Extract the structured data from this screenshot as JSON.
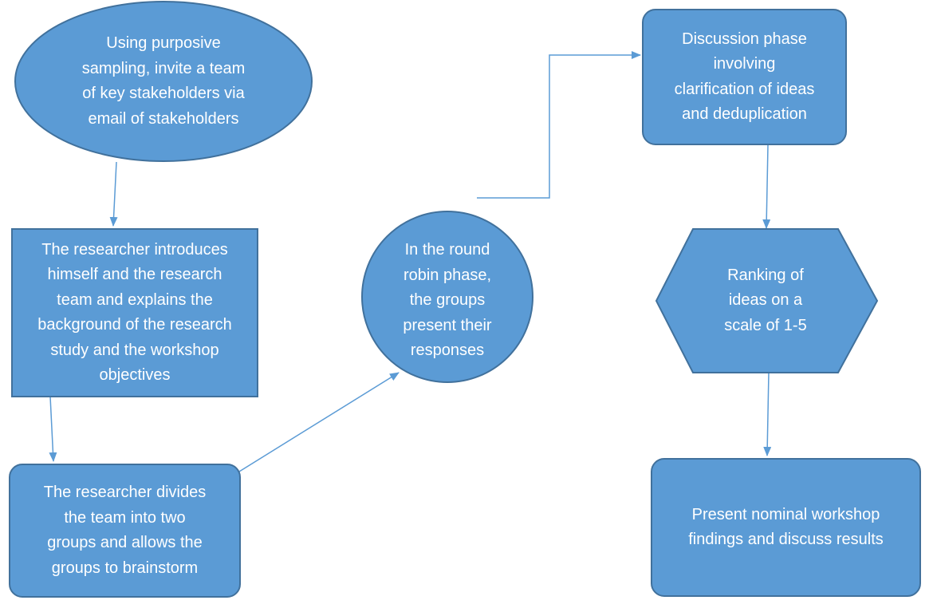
{
  "colors": {
    "node_fill": "#5b9bd5",
    "node_stroke": "#41719c",
    "connector": "#5b9bd5",
    "text": "#ffffff",
    "background": "#ffffff"
  },
  "nodes": {
    "invite": {
      "shape": "ellipse",
      "text": "Using purposive\nsampling, invite a team\nof key stakeholders via\nemail of stakeholders"
    },
    "introduce": {
      "shape": "rectangle",
      "text": "The researcher introduces\nhimself and the research\nteam and explains the\nbackground of the research\nstudy and the workshop\nobjectives"
    },
    "divide": {
      "shape": "rounded-rectangle",
      "text": "The researcher divides\nthe team into two\ngroups and allows the\ngroups to brainstorm"
    },
    "round_robin": {
      "shape": "circle",
      "text": "In the round\nrobin phase,\nthe groups\npresent their\nresponses"
    },
    "discussion": {
      "shape": "rounded-rectangle",
      "text": "Discussion phase\ninvolving\nclarification of ideas\nand deduplication"
    },
    "ranking": {
      "shape": "hexagon",
      "text": "Ranking of\nideas on a\nscale of 1-5"
    },
    "present": {
      "shape": "rounded-rectangle",
      "text": "Present nominal workshop\nfindings and discuss results"
    }
  },
  "edges": [
    {
      "from": "invite",
      "to": "introduce"
    },
    {
      "from": "introduce",
      "to": "divide"
    },
    {
      "from": "divide",
      "to": "round_robin"
    },
    {
      "from": "round_robin",
      "to": "discussion"
    },
    {
      "from": "discussion",
      "to": "ranking"
    },
    {
      "from": "ranking",
      "to": "present"
    }
  ]
}
